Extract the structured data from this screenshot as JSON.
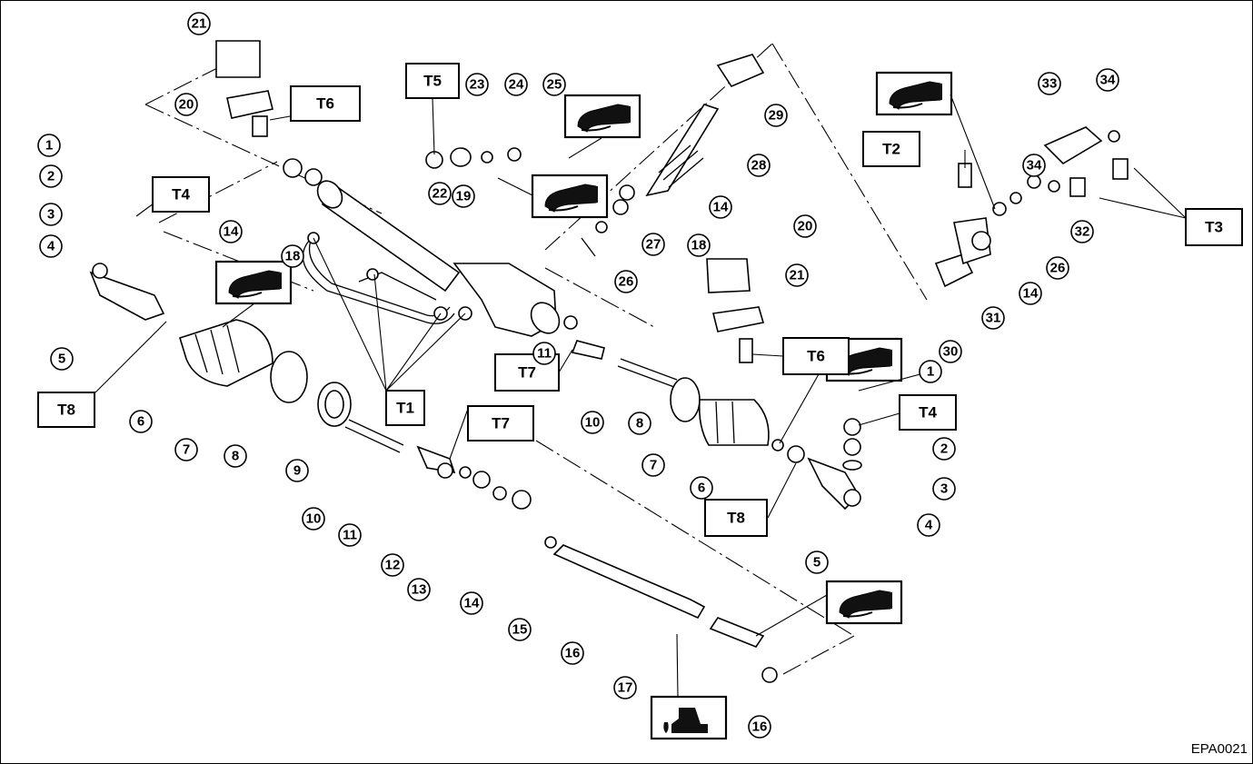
{
  "figure_code": "EPA0021",
  "part_numbers": {
    "p1a": "1",
    "p2a": "2",
    "p3a": "3",
    "p4a": "4",
    "p5a": "5",
    "p6a": "6",
    "p7a": "7",
    "p8a": "8",
    "p9": "9",
    "p10a": "10",
    "p11a": "11",
    "p12": "12",
    "p13": "13",
    "p14a": "14",
    "p15": "15",
    "p16a": "16",
    "p17": "17",
    "p14b": "14",
    "p18a": "18",
    "p19": "19",
    "p20a": "20",
    "p21a": "21",
    "p22": "22",
    "p23": "23",
    "p24": "24",
    "p25": "25",
    "p26a": "26",
    "p27": "27",
    "p28": "28",
    "p29": "29",
    "p14c": "14",
    "p18b": "18",
    "p20b": "20",
    "p21b": "21",
    "p11b": "11",
    "p10b": "10",
    "p8b": "8",
    "p7b": "7",
    "p6b": "6",
    "p1b": "1",
    "p2b": "2",
    "p3b": "3",
    "p4b": "4",
    "p5b": "5",
    "p16b": "16",
    "p30": "30",
    "p31": "31",
    "p14d": "14",
    "p26b": "26",
    "p32": "32",
    "p33": "33",
    "p34a": "34",
    "p34b": "34"
  },
  "torque_labels": {
    "t1": "T1",
    "t2": "T2",
    "t3": "T3",
    "t4a": "T4",
    "t4b": "T4",
    "t5": "T5",
    "t6a": "T6",
    "t6b": "T6",
    "t7a": "T7",
    "t7b": "T7",
    "t8a": "T8",
    "t8b": "T8"
  },
  "symbols": {
    "grease": "grease-icon",
    "fluid": "fluid-icon"
  }
}
